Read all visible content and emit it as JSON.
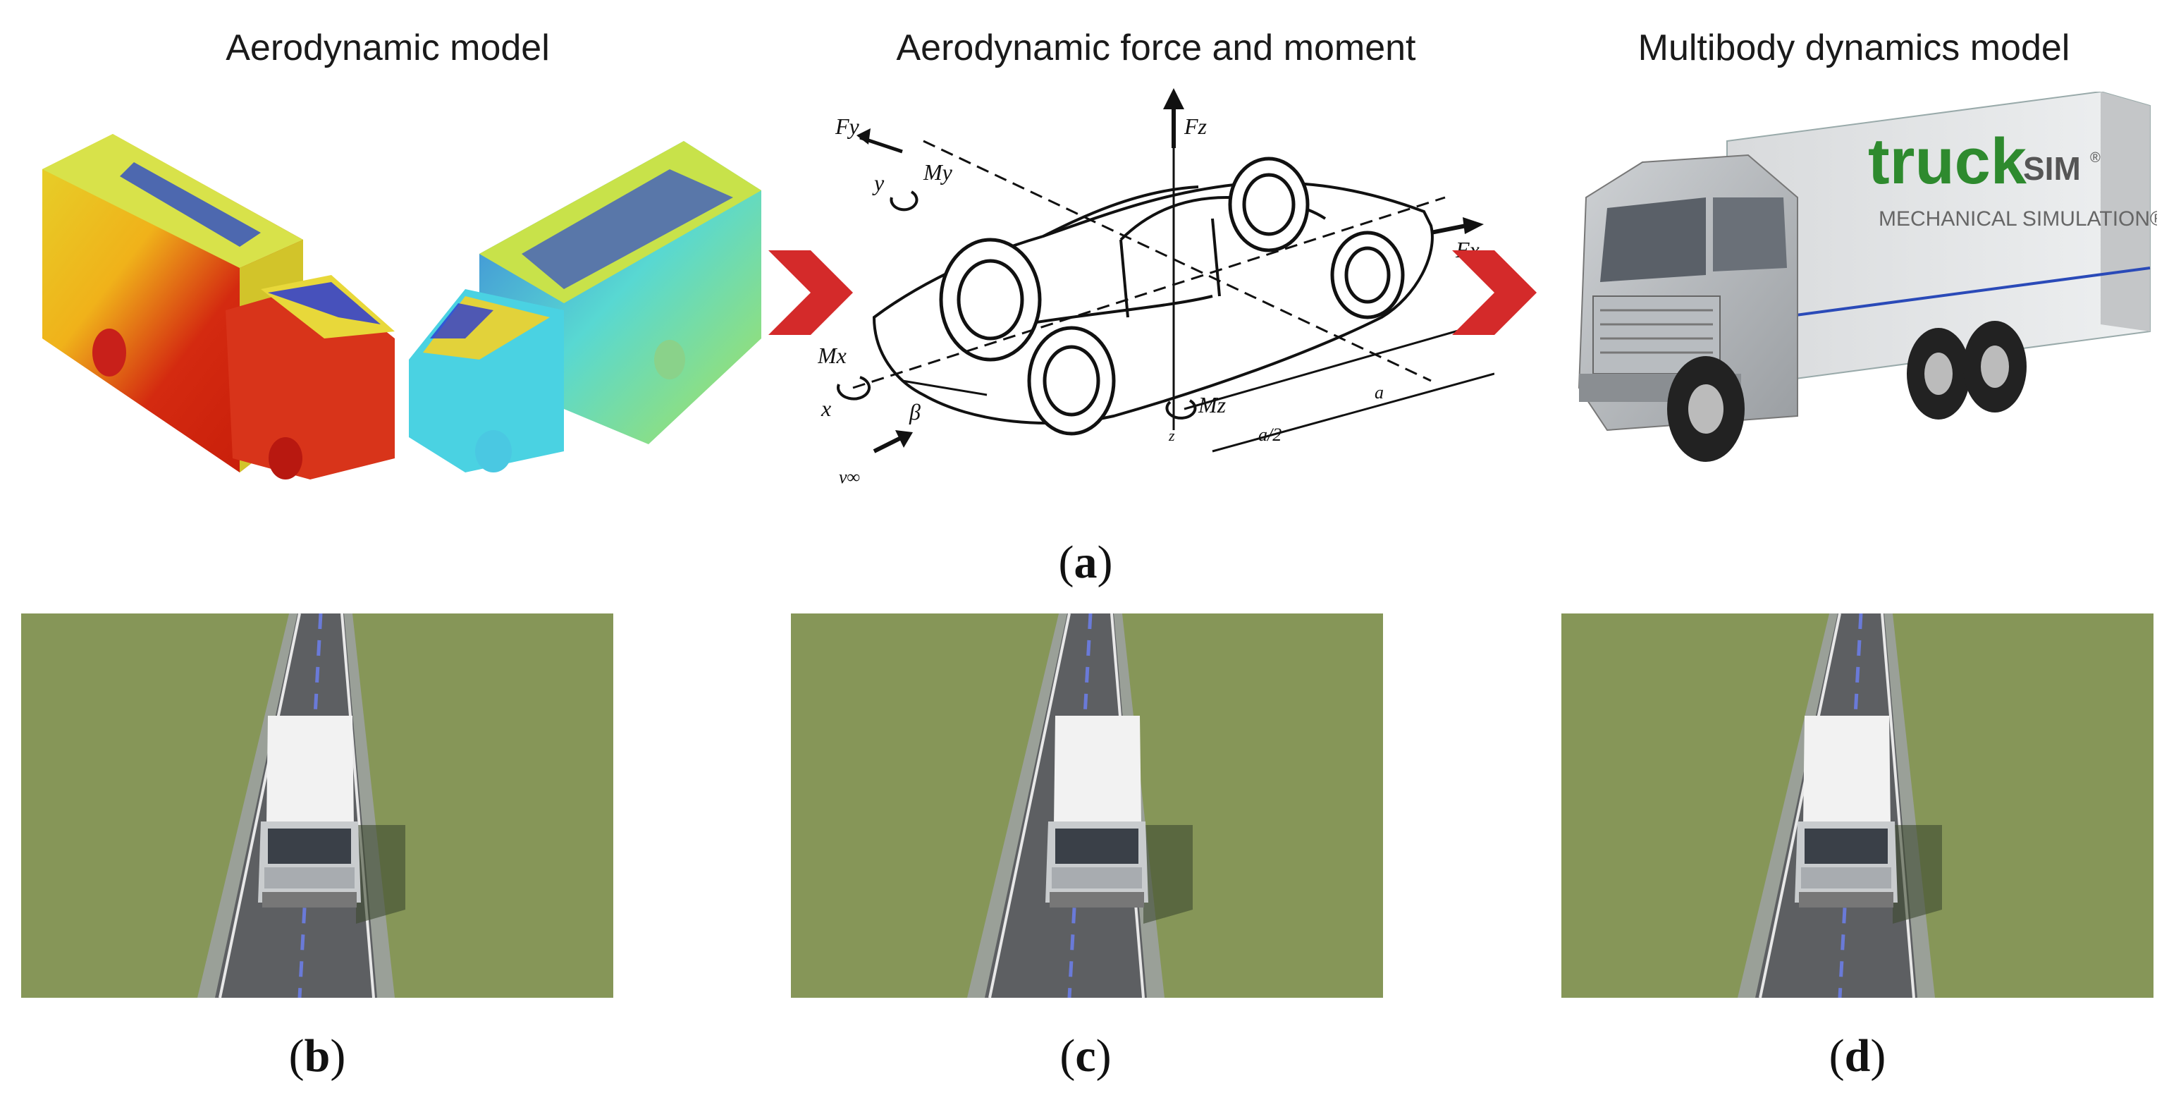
{
  "top_row": {
    "panel1_title": "Aerodynamic model",
    "panel2_title": "Aerodynamic force and moment",
    "panel3_title": "Multibody dynamics model"
  },
  "force_diagram": {
    "Fz": "Fz",
    "Fy": "Fy",
    "My": "My",
    "y": "y",
    "Fx": "Fx",
    "Mx": "Mx",
    "x": "x",
    "beta": "β",
    "Mz": "Mz",
    "z": "z",
    "a2": "a/2",
    "a": "a",
    "v": "v∞"
  },
  "trucksim": {
    "logo_truck": "truck",
    "logo_sim": "SIM",
    "logo_tm": "®",
    "tagline": "MECHANICAL SIMULATION®"
  },
  "labels": {
    "a": "a",
    "b": "b",
    "c": "c",
    "d": "d"
  },
  "colors": {
    "arrow": "#d42a2a",
    "grass": "#8a9a5b",
    "road": "#5d5f62"
  }
}
